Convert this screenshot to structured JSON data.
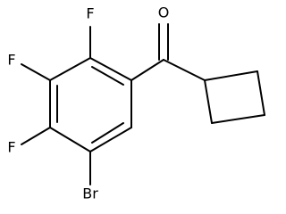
{
  "diagram": {
    "type": "chemical-structure",
    "atoms": {
      "oxygen": "O",
      "fluorine_top": "F",
      "fluorine_left_upper": "F",
      "fluorine_left_lower": "F",
      "bromine": "Br"
    },
    "colors": {
      "bond": "#000000",
      "background": "#ffffff"
    }
  }
}
